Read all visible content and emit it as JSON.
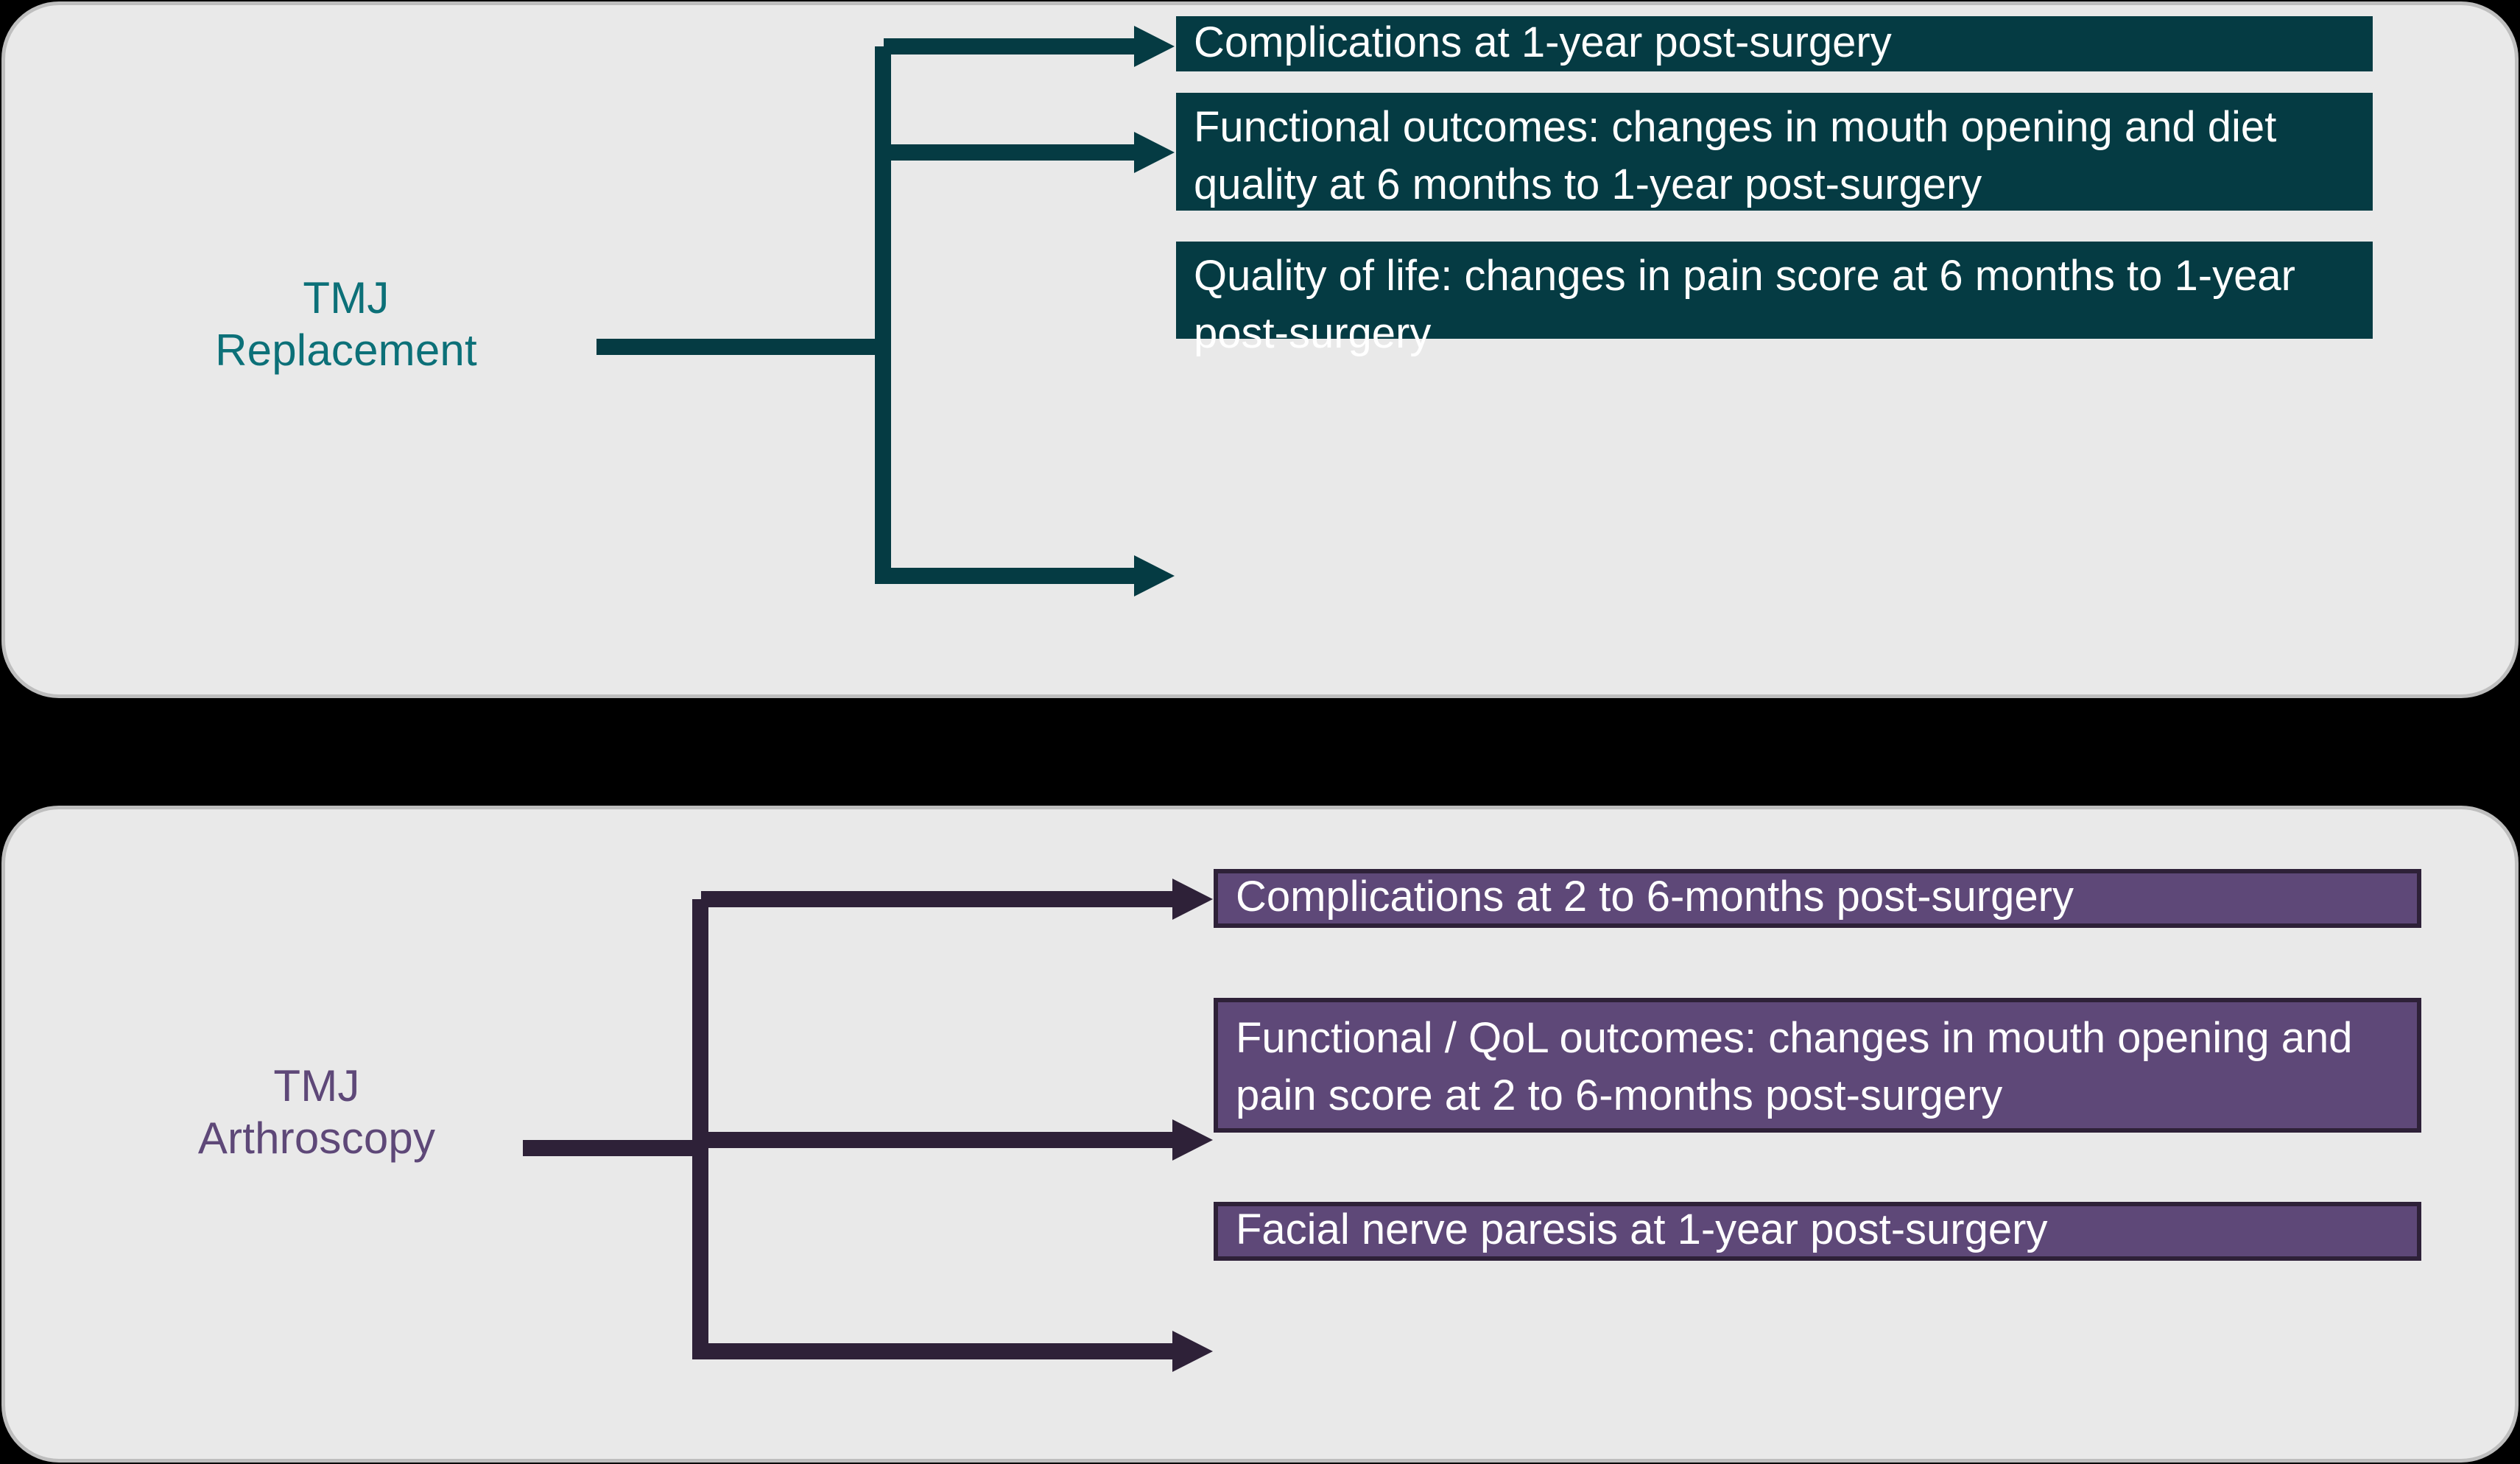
{
  "figure": {
    "type": "flow-diagram",
    "background_color": "#000000"
  },
  "panels": [
    {
      "id": "replacement",
      "accent_color": "#0C7078",
      "box_fill": "#053B43",
      "panel_fill": "#E9E9E9",
      "panel_border": "#BEBEBE",
      "source_label": "TMJ\nReplacement",
      "outcomes": [
        "Complications at 1-year post-surgery",
        "Functional outcomes: changes in mouth opening and diet quality at 6 months to 1-year post-surgery",
        "Quality of life: changes in pain score at 6 months to 1-year post-surgery"
      ]
    },
    {
      "id": "arthroscopy",
      "accent_color": "#5E4878",
      "box_fill": "#5E4878",
      "box_border": "#2E2138",
      "panel_fill": "#E9E9E9",
      "panel_border": "#BEBEBE",
      "source_label": "TMJ\nArthroscopy",
      "outcomes": [
        "Complications at 2 to 6-months post-surgery",
        "Functional / QoL outcomes: changes in mouth opening and pain score at 2 to 6-months post-surgery",
        "Facial nerve paresis at 1-year post-surgery"
      ]
    }
  ]
}
